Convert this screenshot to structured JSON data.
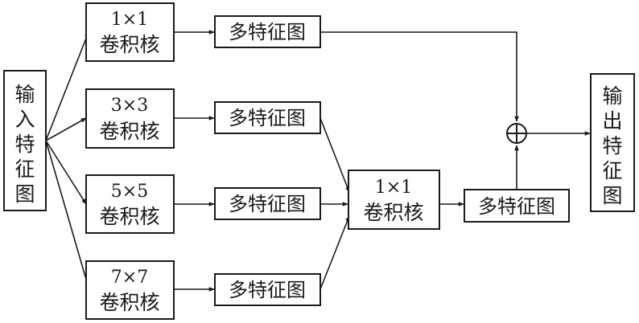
{
  "input": [
    "输",
    "入",
    "特",
    "征",
    "图"
  ],
  "output": [
    "输",
    "出",
    "特",
    "征",
    "图"
  ],
  "kernels": [
    {
      "size": "1×1",
      "label": "卷积核"
    },
    {
      "size": "3×3",
      "label": "卷积核"
    },
    {
      "size": "5×5",
      "label": "卷积核"
    },
    {
      "size": "7×7",
      "label": "卷积核"
    }
  ],
  "feature_map_label": "多特征图",
  "fuse_kernel": {
    "size": "1×1",
    "label": "卷积核"
  },
  "fused_feature_map_label": "多特征图",
  "sum_symbol": "⊕",
  "colors": {
    "stroke": "#1a1a1a",
    "background": "#ffffff"
  }
}
